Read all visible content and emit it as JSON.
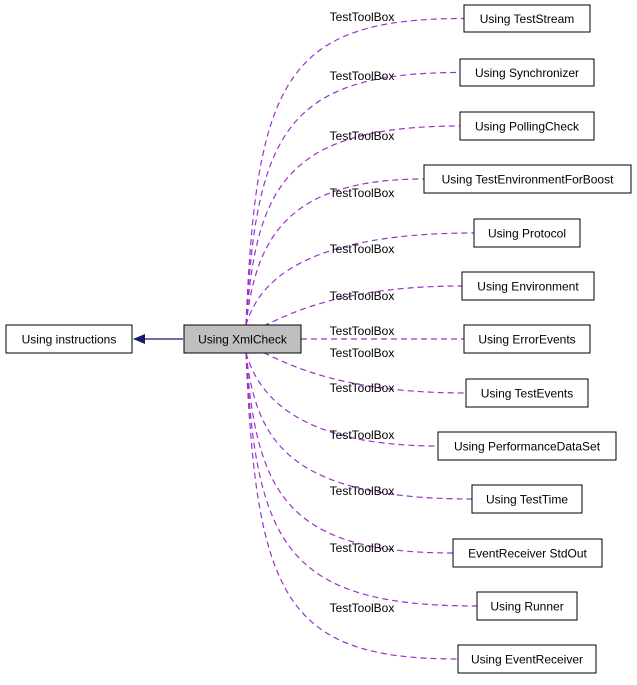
{
  "diagram": {
    "center": {
      "label": "Using XmlCheck"
    },
    "parent": {
      "label": "Using instructions"
    },
    "edge_label": "TestToolBox",
    "children": [
      {
        "label": "Using TestStream"
      },
      {
        "label": "Using Synchronizer"
      },
      {
        "label": "Using PollingCheck"
      },
      {
        "label": "Using TestEnvironmentForBoost"
      },
      {
        "label": "Using Protocol"
      },
      {
        "label": "Using Environment"
      },
      {
        "label": "Using ErrorEvents"
      },
      {
        "label": "Using TestEvents"
      },
      {
        "label": "Using PerformanceDataSet"
      },
      {
        "label": "Using TestTime"
      },
      {
        "label": "EventReceiver StdOut"
      },
      {
        "label": "Using Runner"
      },
      {
        "label": "Using EventReceiver"
      }
    ]
  },
  "colors": {
    "edge": "#9a32cd",
    "arrow": "#191970",
    "center_fill": "#bfbfbf",
    "node_border": "#000000",
    "node_fill": "#ffffff"
  }
}
